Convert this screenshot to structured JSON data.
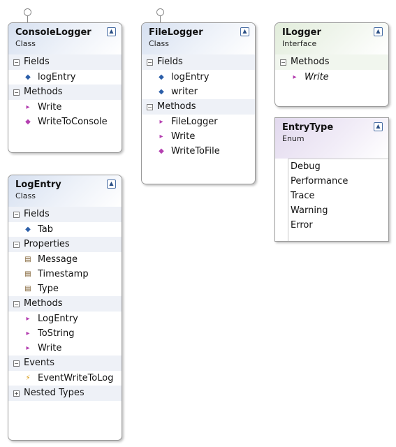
{
  "consolelogger": {
    "title": "ConsoleLogger",
    "stereotype": "Class",
    "fields_label": "Fields",
    "fields": [
      {
        "name": "logEntry",
        "icon": "private-field-icon"
      }
    ],
    "methods_label": "Methods",
    "methods": [
      {
        "name": "Write",
        "icon": "public-method-icon"
      },
      {
        "name": "WriteToConsole",
        "icon": "private-method-icon"
      }
    ]
  },
  "filelogger": {
    "title": "FileLogger",
    "stereotype": "Class",
    "fields_label": "Fields",
    "fields": [
      {
        "name": "logEntry",
        "icon": "private-field-icon"
      },
      {
        "name": "writer",
        "icon": "private-field-icon"
      }
    ],
    "methods_label": "Methods",
    "methods": [
      {
        "name": "FileLogger",
        "icon": "public-method-icon"
      },
      {
        "name": "Write",
        "icon": "public-method-icon"
      },
      {
        "name": "WriteToFile",
        "icon": "private-method-icon"
      }
    ]
  },
  "ilogger": {
    "title": "ILogger",
    "stereotype": "Interface",
    "methods_label": "Methods",
    "methods": [
      {
        "name": "Write",
        "icon": "interface-method-icon"
      }
    ]
  },
  "entrytype": {
    "title": "EntryType",
    "stereotype": "Enum",
    "values": [
      "Debug",
      "Performance",
      "Trace",
      "Warning",
      "Error"
    ]
  },
  "logentry": {
    "title": "LogEntry",
    "stereotype": "Class",
    "fields_label": "Fields",
    "fields": [
      {
        "name": "Tab",
        "icon": "private-field-icon"
      }
    ],
    "properties_label": "Properties",
    "properties": [
      {
        "name": "Message",
        "icon": "property-icon"
      },
      {
        "name": "Timestamp",
        "icon": "property-icon"
      },
      {
        "name": "Type",
        "icon": "property-icon"
      }
    ],
    "methods_label": "Methods",
    "methods": [
      {
        "name": "LogEntry",
        "icon": "public-method-icon"
      },
      {
        "name": "ToString",
        "icon": "public-method-icon"
      },
      {
        "name": "Write",
        "icon": "public-method-icon"
      }
    ],
    "events_label": "Events",
    "events": [
      {
        "name": "EventWriteToLog",
        "icon": "event-icon"
      }
    ],
    "nested_label": "Nested Types"
  },
  "colors": {
    "class_header": "#d6e0f0",
    "interface_header": "#e2eddb",
    "enum_header": "#e2d9ee",
    "border": "#9a9a9a"
  }
}
